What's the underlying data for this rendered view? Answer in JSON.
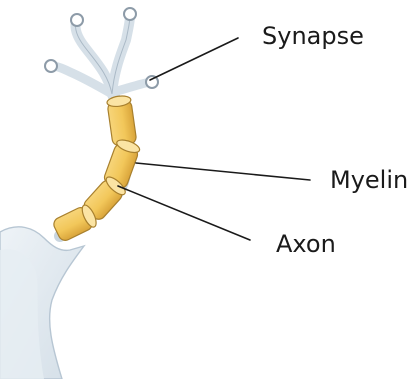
{
  "labels": {
    "synapse": "Synapse",
    "myelin": "Myelin",
    "axon": "Axon"
  },
  "colors": {
    "neuron_body": "#e3ebf2",
    "neuron_outline": "#b7c6d3",
    "myelin_fill": "#f2c75a",
    "myelin_shadow": "#d9a43a",
    "myelin_outline": "#a8802e",
    "axon_core": "#c9d5df",
    "label_text": "#1a1a1a"
  }
}
